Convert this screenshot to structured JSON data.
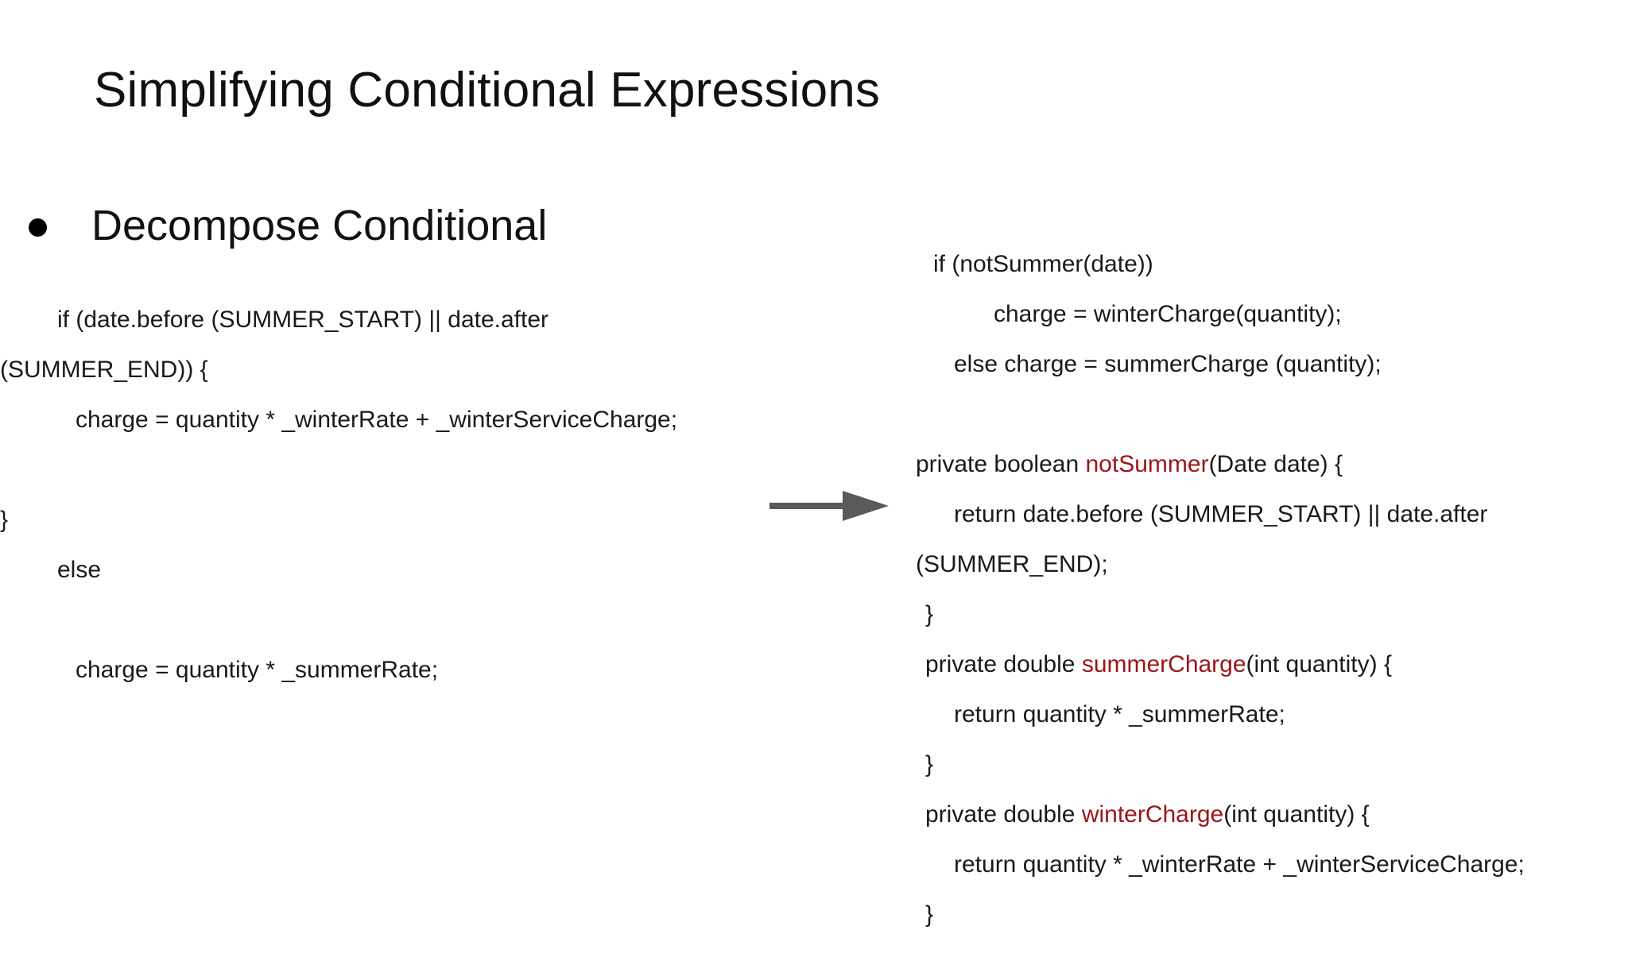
{
  "slide": {
    "title": "Simplifying Conditional Expressions",
    "bullet": {
      "marker": "bullet-dot",
      "label": "Decompose Conditional"
    },
    "arrow": {
      "icon": "right-arrow-icon",
      "color": "#5a5a5a"
    },
    "accent_color": "#9c1518",
    "text_color": "#1a1a1a",
    "background_color": "#ffffff"
  },
  "code_before": {
    "lines": [
      {
        "indent": 3,
        "text": "if (date.before (SUMMER_START) || date.after"
      },
      {
        "indent": 0,
        "text": "(SUMMER_END)) {"
      },
      {
        "indent": 4,
        "text": "charge = quantity * _winterRate + _winterServiceCharge;"
      },
      {
        "indent": 0,
        "text": ""
      },
      {
        "indent": 0,
        "text": "}"
      },
      {
        "indent": 3,
        "text": "else"
      },
      {
        "indent": 0,
        "text": ""
      },
      {
        "indent": 4,
        "text": "charge = quantity * _summerRate;"
      }
    ]
  },
  "code_after": {
    "lines": [
      {
        "indent": 2,
        "pre": "if (notSummer(date))",
        "kw": "",
        "post": ""
      },
      {
        "indent": 5,
        "pre": "charge = winterCharge(quantity);",
        "kw": "",
        "post": ""
      },
      {
        "indent": 3,
        "pre": "else charge = summerCharge (quantity);",
        "kw": "",
        "post": ""
      },
      {
        "indent": 0,
        "pre": "",
        "kw": "",
        "post": ""
      },
      {
        "indent": 0,
        "pre": "private boolean ",
        "kw": "notSummer",
        "post": "(Date date) {"
      },
      {
        "indent": 3,
        "pre": "return date.before (SUMMER_START) || date.after",
        "kw": "",
        "post": ""
      },
      {
        "indent": 0,
        "pre": "(SUMMER_END);",
        "kw": "",
        "post": ""
      },
      {
        "indent": 1,
        "pre": "}",
        "kw": "",
        "post": ""
      },
      {
        "indent": 1,
        "pre": "private double ",
        "kw": "summerCharge",
        "post": "(int quantity) {"
      },
      {
        "indent": 3,
        "pre": "return quantity * _summerRate;",
        "kw": "",
        "post": ""
      },
      {
        "indent": 1,
        "pre": "}",
        "kw": "",
        "post": ""
      },
      {
        "indent": 1,
        "pre": "private double ",
        "kw": "winterCharge",
        "post": "(int quantity) {"
      },
      {
        "indent": 3,
        "pre": "return quantity * _winterRate + _winterServiceCharge;",
        "kw": "",
        "post": ""
      },
      {
        "indent": 1,
        "pre": "}",
        "kw": "",
        "post": ""
      }
    ]
  }
}
